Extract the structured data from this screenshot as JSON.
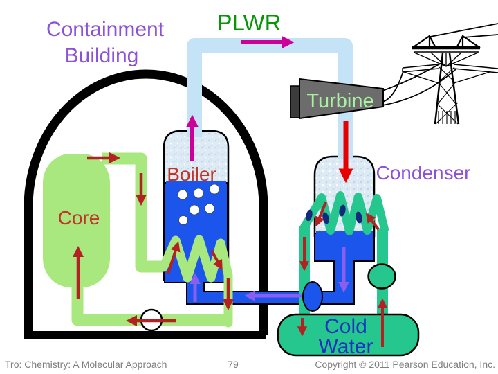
{
  "slide": {
    "title": "PLWR",
    "labels": {
      "containment_line1": "Containment",
      "containment_line2": "Building",
      "turbine": "Turbine",
      "boiler": "Boiler",
      "core": "Core",
      "condenser": "Condenser",
      "cold_water_line1": "Cold",
      "cold_water_line2": "Water"
    },
    "footer": {
      "left": "Tro: Chemistry: A Molecular Approach",
      "page": "79",
      "right": "Copyright © 2011 Pearson Education, Inc."
    },
    "colors": {
      "title_green": "#089507",
      "label_purple": "#8B51D8",
      "label_red": "#C23428",
      "turbine_label_green": "#A9F0A3",
      "cold_water_blue": "#1733BF",
      "footer_gray": "#7F7F7F",
      "primary_loop_green": "#A8E87E",
      "water_blue": "#1B55EC",
      "steam_light_blue": "#C4E3F6",
      "coolant_teal": "#26C78E",
      "arrow_dark_red": "#B22222",
      "arrow_magenta": "#CC0099",
      "arrow_violet": "#8A5FF0",
      "arrow_bright_red": "#E60000"
    }
  }
}
